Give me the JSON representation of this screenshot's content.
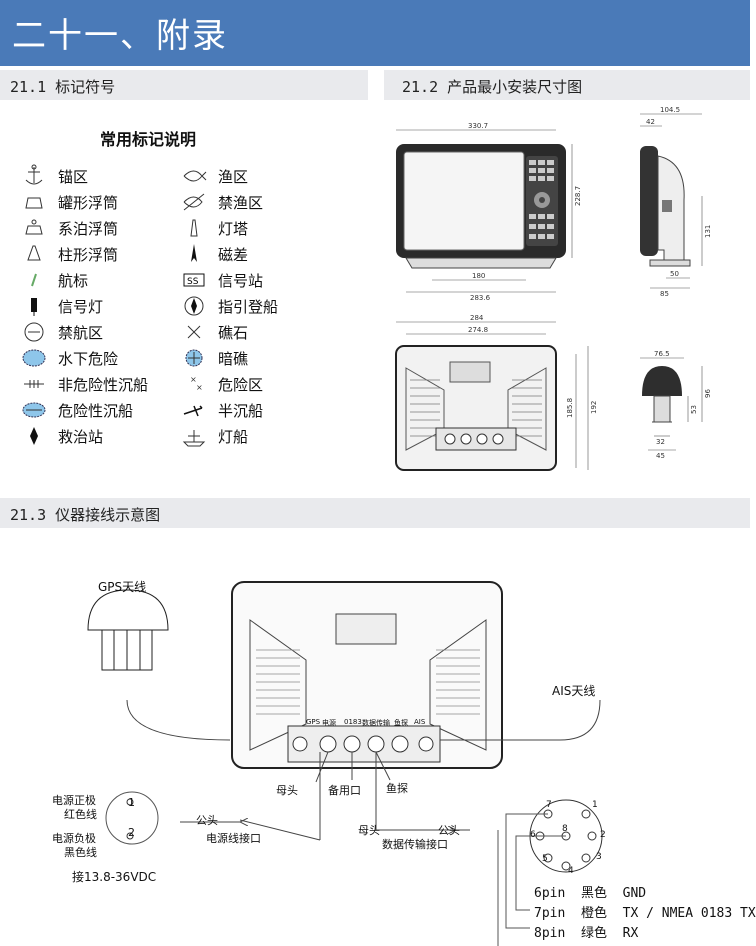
{
  "header": {
    "title": "二十一、附录"
  },
  "sections": {
    "s1": "21.1 标记符号",
    "s2": "21.2 产品最小安装尺寸图",
    "s3": "21.3 仪器接线示意图"
  },
  "legend": {
    "title": "常用标记说明",
    "left": [
      {
        "icon": "anchor-icon",
        "label": "锚区"
      },
      {
        "icon": "can-buoy-icon",
        "label": "罐形浮筒"
      },
      {
        "icon": "mooring-buoy-icon",
        "label": "系泊浮筒"
      },
      {
        "icon": "pillar-buoy-icon",
        "label": "柱形浮筒"
      },
      {
        "icon": "beacon-icon",
        "label": "航标"
      },
      {
        "icon": "signal-light-icon",
        "label": "信号灯"
      },
      {
        "icon": "no-navigation-icon",
        "label": "禁航区"
      },
      {
        "icon": "underwater-danger-icon",
        "label": "水下危险"
      },
      {
        "icon": "non-dangerous-wreck-icon",
        "label": "非危险性沉船"
      },
      {
        "icon": "dangerous-wreck-icon",
        "label": "危险性沉船"
      },
      {
        "icon": "rescue-station-icon",
        "label": "救治站"
      }
    ],
    "right": [
      {
        "icon": "fishing-area-icon",
        "label": "渔区"
      },
      {
        "icon": "no-fishing-icon",
        "label": "禁渔区"
      },
      {
        "icon": "lighthouse-icon",
        "label": "灯塔"
      },
      {
        "icon": "magnetic-variation-icon",
        "label": "磁差"
      },
      {
        "icon": "signal-station-icon",
        "label": "信号站"
      },
      {
        "icon": "pilot-boarding-icon",
        "label": "指引登船"
      },
      {
        "icon": "rock-icon",
        "label": "礁石"
      },
      {
        "icon": "hidden-reef-icon",
        "label": "暗礁"
      },
      {
        "icon": "danger-area-icon",
        "label": "危险区"
      },
      {
        "icon": "half-sunken-wreck-icon",
        "label": "半沉船"
      },
      {
        "icon": "lightship-icon",
        "label": "灯船"
      }
    ],
    "signal_station_text": "SS"
  },
  "dims": {
    "front_width": "330.7",
    "front_height": "228.7",
    "front_base": "180",
    "front_base_total": "283.6",
    "side_depth": "104.5",
    "side_top": "42",
    "side_height": "131",
    "side_base": "50",
    "side_base_total": "85",
    "back_width": "284",
    "back_inner": "274.8",
    "back_h1": "185.8",
    "back_h2": "192",
    "gps_width": "76.5",
    "gps_h1": "53",
    "gps_h2": "96",
    "gps_base": "32",
    "gps_base_total": "45"
  },
  "wiring": {
    "gps_label": "GPS天线",
    "ais_label": "AIS天线",
    "port_labels": [
      "电源",
      "0183",
      "数据传输",
      "鱼探",
      "AIS"
    ],
    "gps_port": "GPS",
    "female_1": "母头",
    "spare": "备用口",
    "fish": "鱼探",
    "power_pos": "电源正极",
    "red_wire": "红色线",
    "power_neg": "电源负极",
    "black_wire": "黑色线",
    "pin1": "1",
    "pin2": "2",
    "male_1": "公头",
    "power_port": "电源线接口",
    "voltage": "接13.8-36VDC",
    "female_2": "母头",
    "male_2": "公头",
    "data_port": "数据传输接口",
    "pins8": [
      "7",
      "1",
      "8",
      "6",
      "2",
      "5",
      "3",
      "4"
    ],
    "pin_lines": [
      "6pin  黑色  GND",
      "7pin  橙色  TX / NMEA 0183 TX",
      "8pin  绿色  RX"
    ]
  }
}
